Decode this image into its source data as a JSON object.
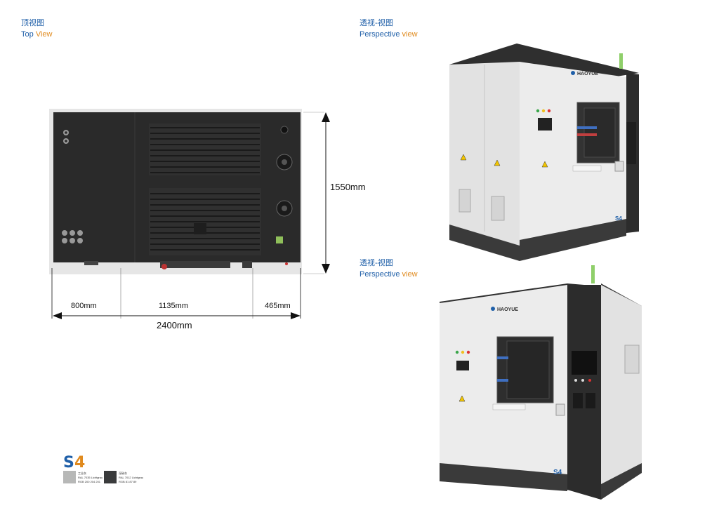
{
  "top_view": {
    "title_cn": "顶视图",
    "title_en_a": "Top",
    "title_en_b": "View"
  },
  "perspective_1": {
    "title_cn": "透视-视图",
    "title_en_a": "Perspective",
    "title_en_b": "view"
  },
  "perspective_2": {
    "title_cn": "透视-视图",
    "title_en_a": "Perspective",
    "title_en_b": "view"
  },
  "dimensions": {
    "height": "1550mm",
    "seg1": "800mm",
    "seg2": "1135mm",
    "seg3": "465mm",
    "total": "2400mm"
  },
  "brand": {
    "name": "HAOYUE",
    "model": "S4"
  },
  "swatches": [
    {
      "color": "#b7b8b7",
      "line1": "工业灰",
      "line2": "RAL 7035 Lichtgrau",
      "line3": "RGB 200 204 201"
    },
    {
      "color": "#3a3b3c",
      "line1": "深碳灰",
      "line2": "RAL 7012 Lichtgrau",
      "line3": "RGB 81 87 89"
    }
  ],
  "colors": {
    "caption_blue": "#1f5fa8",
    "caption_orange": "#e08a1e",
    "machine_dark": "#2b2b2b",
    "machine_light": "#dcdcdc"
  }
}
